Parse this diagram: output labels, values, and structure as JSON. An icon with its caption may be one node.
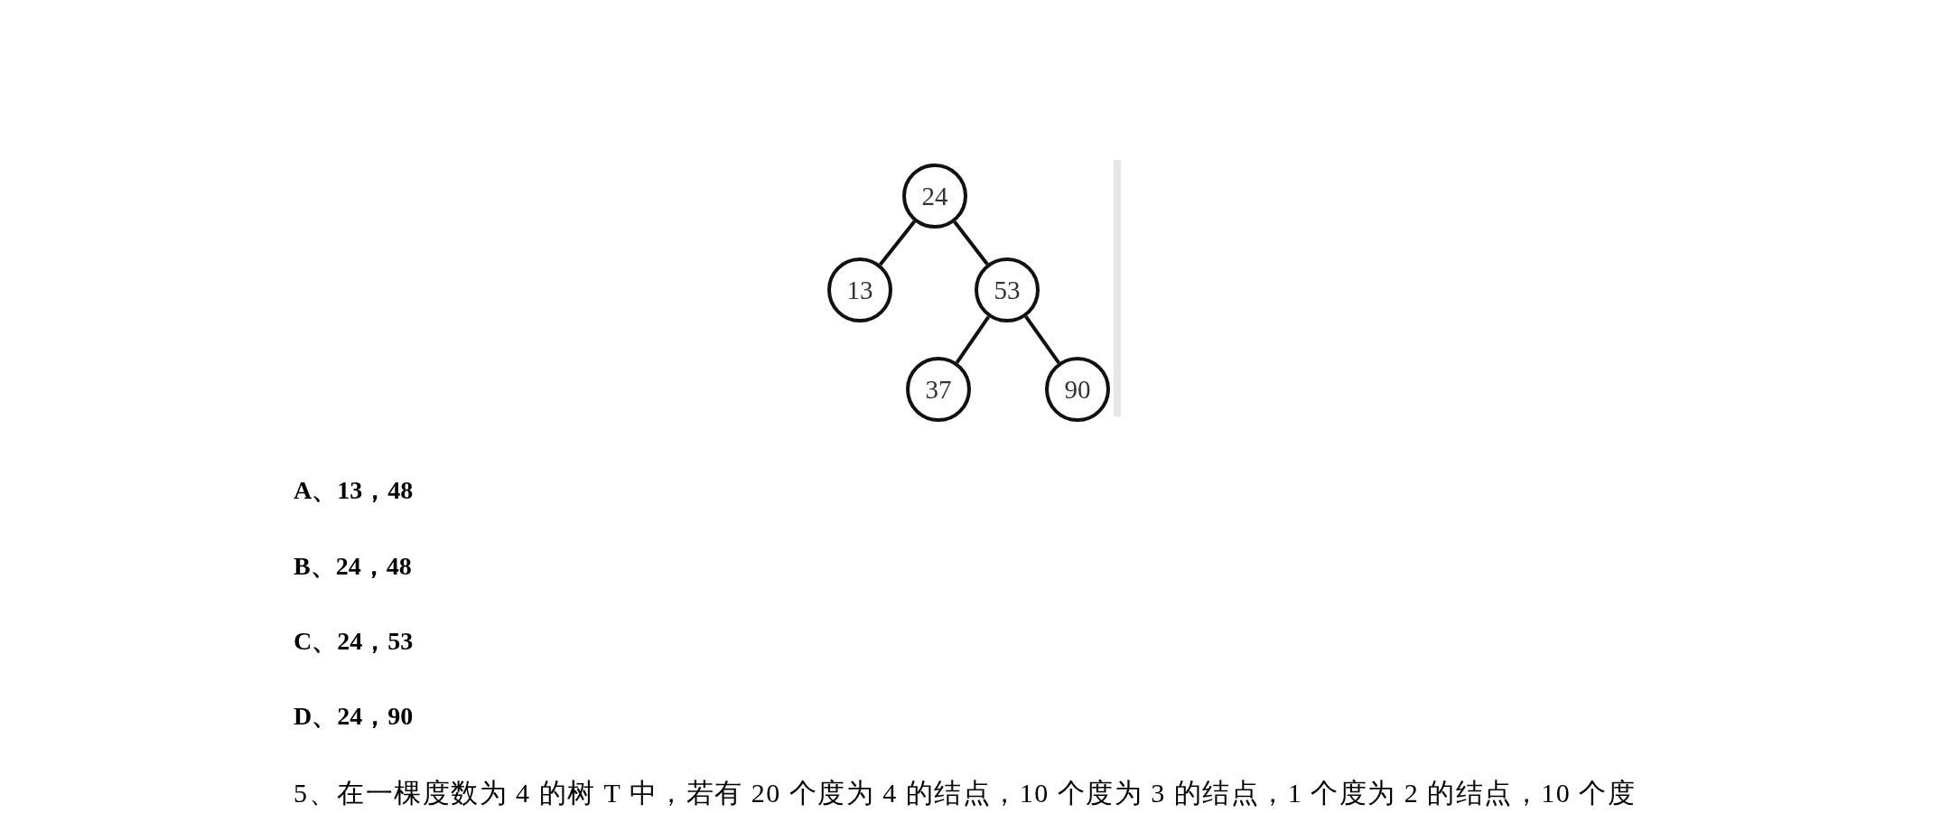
{
  "diagram": {
    "nodes": [
      {
        "text": [
          "24"
        ]
      },
      {
        "text": [
          "13"
        ]
      },
      {
        "text": [
          "53"
        ]
      },
      {
        "text": [
          "37"
        ]
      },
      {
        "text": [
          "90"
        ]
      }
    ],
    "edges": [
      {
        "from": 0,
        "to": 1,
        "arrow": "none"
      },
      {
        "from": 0,
        "to": 2,
        "arrow": "none"
      },
      {
        "from": 2,
        "to": 3,
        "arrow": "none"
      },
      {
        "from": 2,
        "to": 4,
        "arrow": "none"
      }
    ],
    "labels": [
      "A、13，48",
      "B、24，48",
      "C、24，53",
      "D、24，90",
      "5、在一棵度数为 4 的树 T 中，若有 20 个度为 4 的结点，10 个度为 3 的结点，1 个度为 2 的结点，10 个度"
    ]
  }
}
